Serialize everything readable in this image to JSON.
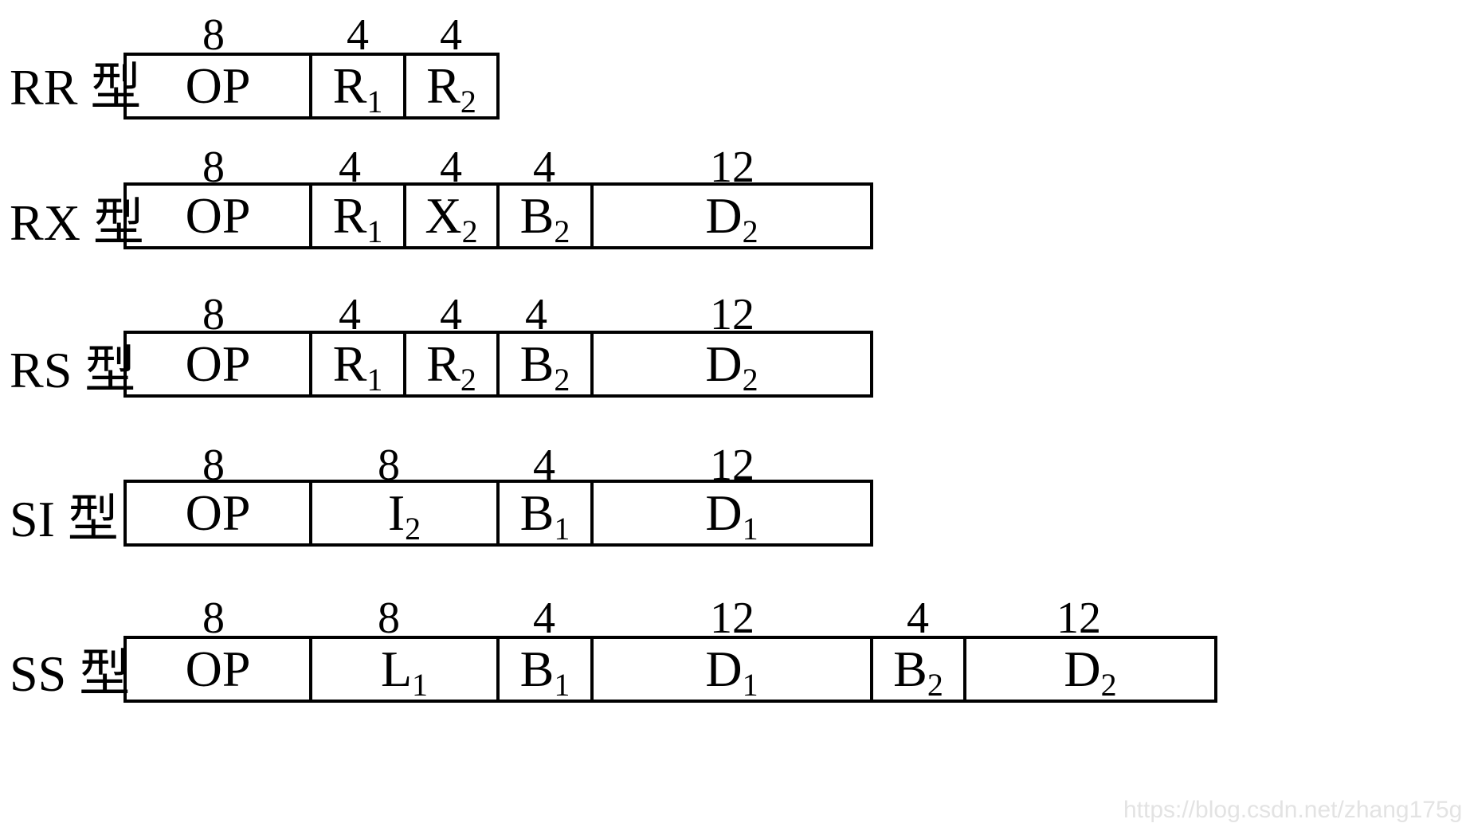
{
  "formats": [
    {
      "label": "RR 型",
      "fields": [
        {
          "name": "OP",
          "sub": "",
          "bits": "8"
        },
        {
          "name": "R",
          "sub": "1",
          "bits": "4"
        },
        {
          "name": "R",
          "sub": "2",
          "bits": "4"
        }
      ]
    },
    {
      "label": "RX 型",
      "fields": [
        {
          "name": "OP",
          "sub": "",
          "bits": "8"
        },
        {
          "name": "R",
          "sub": "1",
          "bits": "4"
        },
        {
          "name": "X",
          "sub": "2",
          "bits": "4"
        },
        {
          "name": "B",
          "sub": "2",
          "bits": "4"
        },
        {
          "name": "D",
          "sub": "2",
          "bits": "12"
        }
      ]
    },
    {
      "label": "RS 型",
      "fields": [
        {
          "name": "OP",
          "sub": "",
          "bits": "8"
        },
        {
          "name": "R",
          "sub": "1",
          "bits": "4"
        },
        {
          "name": "R",
          "sub": "2",
          "bits": "4"
        },
        {
          "name": "B",
          "sub": "2",
          "bits": "4"
        },
        {
          "name": "D",
          "sub": "2",
          "bits": "12"
        }
      ]
    },
    {
      "label": "SI 型",
      "fields": [
        {
          "name": "OP",
          "sub": "",
          "bits": "8"
        },
        {
          "name": "I",
          "sub": "2",
          "bits": "8"
        },
        {
          "name": "B",
          "sub": "1",
          "bits": "4"
        },
        {
          "name": "D",
          "sub": "1",
          "bits": "12"
        }
      ]
    },
    {
      "label": "SS 型",
      "fields": [
        {
          "name": "OP",
          "sub": "",
          "bits": "8"
        },
        {
          "name": "L",
          "sub": "1",
          "bits": "8"
        },
        {
          "name": "B",
          "sub": "1",
          "bits": "4"
        },
        {
          "name": "D",
          "sub": "1",
          "bits": "12"
        },
        {
          "name": "B",
          "sub": "2",
          "bits": "4"
        },
        {
          "name": "D",
          "sub": "2",
          "bits": "12"
        }
      ]
    }
  ],
  "watermark": "https://blog.csdn.net/zhang175g"
}
